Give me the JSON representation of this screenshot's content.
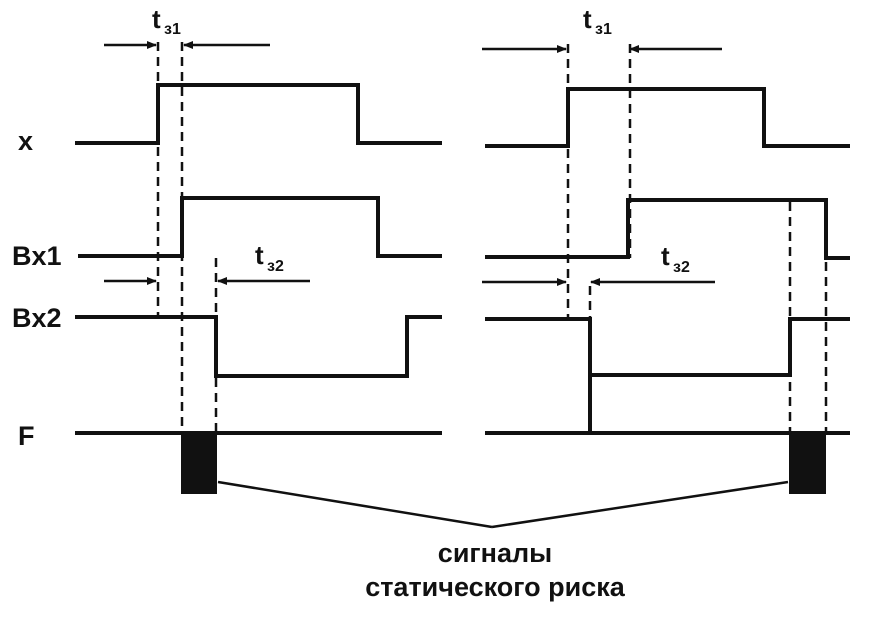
{
  "labels": {
    "x": "x",
    "bx1": "Bx1",
    "bx2": "Bx2",
    "f": "F"
  },
  "timing": {
    "t31_main": "t",
    "t31_sub": "з1",
    "t32_main": "t",
    "t32_sub": "з2"
  },
  "caption": {
    "line1": "сигналы",
    "line2": "статического риска"
  },
  "colors": {
    "ink": "#111111",
    "background": "#ffffff"
  }
}
